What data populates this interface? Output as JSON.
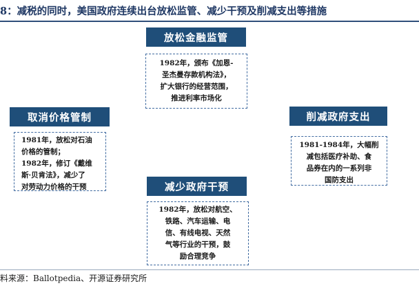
{
  "title": "8：减税的同时，美国政府连续出台放松监管、减少干预及削减支出等措施",
  "nodes": {
    "top": {
      "header": "放松金融监管",
      "lines": [
        "1982年，颁布《加恩-",
        "圣杰曼存款机构法》，",
        "扩大银行的经营范围，",
        "推进利率市场化"
      ]
    },
    "left": {
      "header": "取消价格管制",
      "lines": [
        "1981年，放松对石油",
        "价格的管制；",
        "1982年，修订《戴维",
        "斯·贝肯法》，减少了",
        "对劳动力价格的干预"
      ]
    },
    "right": {
      "header": "削减政府支出",
      "lines": [
        "1981-1984年，大幅削",
        "减包括医疗补助、食",
        "品券在内的一系列非",
        "国防支出"
      ]
    },
    "bottom": {
      "header": "减少政府干预",
      "lines": [
        "1982年，放松对航空、",
        "铁路、汽车运输、电",
        "信、有线电视、天然",
        "气等行业的干预，鼓",
        "励合理竞争"
      ]
    }
  },
  "source": "料来源：Ballotpedia、开源证券研究所"
}
